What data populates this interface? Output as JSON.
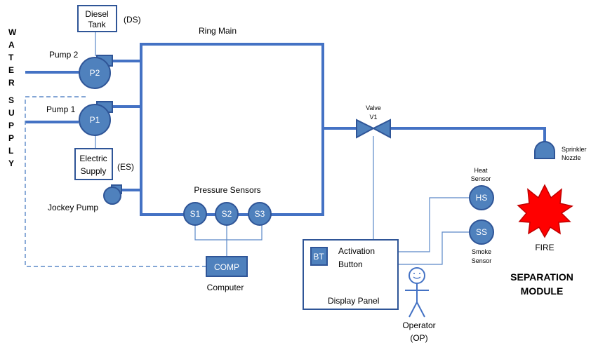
{
  "water_supply": {
    "letters": [
      "W",
      "A",
      "T",
      "E",
      "R",
      "S",
      "U",
      "P",
      "P",
      "L",
      "Y"
    ]
  },
  "diesel_tank": {
    "line1": "Diesel",
    "line2": "Tank",
    "tag": "(DS)"
  },
  "ring_main": "Ring Main",
  "pump2": {
    "label": "Pump 2",
    "id": "P2"
  },
  "pump1": {
    "label": "Pump 1",
    "id": "P1"
  },
  "electric_supply": {
    "line1": "Electric",
    "line2": "Supply",
    "tag": "(ES)"
  },
  "jockey_pump": "Jockey Pump",
  "pressure_sensors": {
    "title": "Pressure Sensors",
    "s1": "S1",
    "s2": "S2",
    "s3": "S3"
  },
  "computer": {
    "id": "COMP",
    "label": "Computer"
  },
  "valve": {
    "line1": "Valve",
    "line2": "V1"
  },
  "sprinkler": {
    "line1": "Sprinkler",
    "line2": "Nozzle"
  },
  "heat_sensor": {
    "line1": "Heat",
    "line2": "Sensor",
    "id": "HS"
  },
  "smoke_sensor": {
    "id": "SS",
    "line1": "Smoke",
    "line2": "Sensor"
  },
  "fire": "FIRE",
  "display_panel": {
    "bt": "BT",
    "line1": "Activation",
    "line2": "Button",
    "label": "Display Panel"
  },
  "operator": {
    "line1": "Operator",
    "line2": "(OP)"
  },
  "separation": {
    "line1": "SEPARATION",
    "line2": "MODULE"
  },
  "colors": {
    "pipe": "#4472C4",
    "node": "#4F81BD",
    "fire": "#FF0000"
  }
}
